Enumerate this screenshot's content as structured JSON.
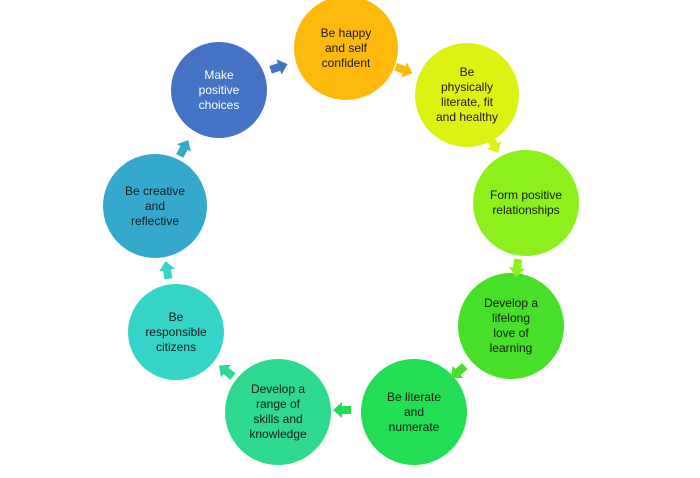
{
  "nodes": [
    {
      "id": "be-happy",
      "label": "Be happy\nand self\nconfident",
      "color": "#FDBA0D",
      "text_color": "dark"
    },
    {
      "id": "physically-literate",
      "label": "Be\nphysically\nliterate, fit\nand healthy",
      "color": "#DDF213",
      "text_color": "dark"
    },
    {
      "id": "form-positive-relationships",
      "label": "Form positive\nrelationships",
      "color": "#8DF01D",
      "text_color": "dark"
    },
    {
      "id": "lifelong-love-of-learning",
      "label": "Develop a\nlifelong\nlove of\nlearning",
      "color": "#46E028",
      "text_color": "dark"
    },
    {
      "id": "literate-and-numerate",
      "label": "Be literate\nand\nnumerate",
      "color": "#23DD55",
      "text_color": "dark"
    },
    {
      "id": "range-of-skills",
      "label": "Develop a\nrange of\nskills and\nknowledge",
      "color": "#2CD98E",
      "text_color": "dark"
    },
    {
      "id": "responsible-citizens",
      "label": "Be\nresponsible\ncitizens",
      "color": "#35D4C8",
      "text_color": "dark"
    },
    {
      "id": "creative-and-reflective",
      "label": "Be creative\nand\nreflective",
      "color": "#35A8CE",
      "text_color": "dark"
    },
    {
      "id": "positive-choices",
      "label": "Make\npositive\nchoices",
      "color": "#4472C4",
      "text_color": "light"
    }
  ],
  "arrows": [
    {
      "from": "be-happy",
      "to": "physically-literate",
      "color": "#FDBA0D"
    },
    {
      "from": "physically-literate",
      "to": "form-positive-relationships",
      "color": "#DDF213"
    },
    {
      "from": "form-positive-relationships",
      "to": "lifelong-love-of-learning",
      "color": "#8DF01D"
    },
    {
      "from": "lifelong-love-of-learning",
      "to": "literate-and-numerate",
      "color": "#46E028"
    },
    {
      "from": "literate-and-numerate",
      "to": "range-of-skills",
      "color": "#23DD55"
    },
    {
      "from": "range-of-skills",
      "to": "responsible-citizens",
      "color": "#2CD98E"
    },
    {
      "from": "responsible-citizens",
      "to": "creative-and-reflective",
      "color": "#35D4C8"
    },
    {
      "from": "creative-and-reflective",
      "to": "positive-choices",
      "color": "#35A8CE"
    },
    {
      "from": "positive-choices",
      "to": "be-happy",
      "color": "#4472C4"
    }
  ]
}
